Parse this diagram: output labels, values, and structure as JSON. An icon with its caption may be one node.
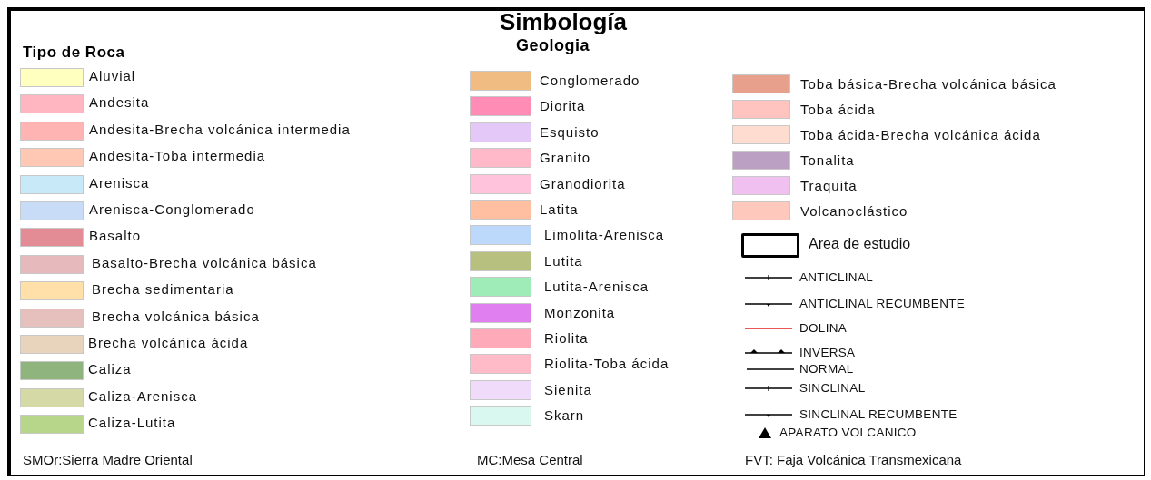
{
  "diagram": {
    "title": "Simbología",
    "labels": [
      "Geologia",
      "Tipo de Roca",
      "SMOr:Sierra Madre Oriental",
      "MC:Mesa Central",
      "FVT: Faja Volcánica Transmexicana"
    ],
    "legend": [
      {
        "text": "Aluvial",
        "color": "#ffffc0"
      },
      {
        "text": "Andesita",
        "color": "#ffb6c1"
      },
      {
        "text": "Andesita-Brecha volcánica intermedia",
        "color": "#ffb4b4"
      },
      {
        "text": "Andesita-Toba intermedia",
        "color": "#ffc8b4"
      },
      {
        "text": "Arenisca",
        "color": "#c8eaf8"
      },
      {
        "text": "Arenisca-Conglomerado",
        "color": "#c8dcf8"
      },
      {
        "text": "Basalto",
        "color": "#e38c96"
      },
      {
        "text": "Basalto-Brecha volcánica básica",
        "color": "#e6b9bc"
      },
      {
        "text": "Brecha sedimentaria",
        "color": "#ffe0a8"
      },
      {
        "text": "Brecha volcánica básica",
        "color": "#e6c0bc"
      },
      {
        "text": "Brecha volcánica ácida",
        "color": "#e8d4bc"
      },
      {
        "text": "Caliza",
        "color": "#8fb47e"
      },
      {
        "text": "Caliza-Arenisca",
        "color": "#d4d9a6"
      },
      {
        "text": "Caliza-Lutita",
        "color": "#b8d68a"
      },
      {
        "text": "Conglomerado",
        "color": "#f0bc82"
      },
      {
        "text": "Diorita",
        "color": "#ff8cb4"
      },
      {
        "text": "Esquisto",
        "color": "#e4c8f8"
      },
      {
        "text": "Granito",
        "color": "#ffb9c8"
      },
      {
        "text": "Granodiorita",
        "color": "#ffc4dc"
      },
      {
        "text": "Latita",
        "color": "#ffbfa0"
      },
      {
        "text": "Limolita-Arenisca",
        "color": "#bcd8fa"
      },
      {
        "text": "Lutita",
        "color": "#b8c080"
      },
      {
        "text": "Lutita-Arenisca",
        "color": "#a0ecb8"
      },
      {
        "text": "Monzonita",
        "color": "#e080f0"
      },
      {
        "text": "Riolita",
        "color": "#ffaab8"
      },
      {
        "text": "Riolita-Toba ácida",
        "color": "#ffbcc8"
      },
      {
        "text": "Sienita",
        "color": "#f0dcfa"
      },
      {
        "text": "Skarn",
        "color": "#d8f8f0"
      },
      {
        "text": "Toba básica-Brecha volcánica básica",
        "color": "#e6a08c"
      },
      {
        "text": "Toba ácida",
        "color": "#ffc4c0"
      },
      {
        "text": "Toba ácida-Brecha volcánica ácida",
        "color": "#ffdcd0"
      },
      {
        "text": "Tonalita",
        "color": "#bca0c4"
      },
      {
        "text": "Traquita",
        "color": "#f0c0f0"
      },
      {
        "text": "Volcanoclástico",
        "color": "#ffc8bc"
      },
      {
        "text": "Area de estudio"
      },
      {
        "text": "ANTICLINAL"
      },
      {
        "text": "ANTICLINAL RECUMBENTE"
      },
      {
        "text": "DOLINA"
      },
      {
        "text": "INVERSA"
      },
      {
        "text": "NORMAL"
      },
      {
        "text": "SINCLINAL"
      },
      {
        "text": "SINCLINAL RECUMBENTE"
      },
      {
        "text": "APARATO VOLCANICO"
      }
    ]
  }
}
